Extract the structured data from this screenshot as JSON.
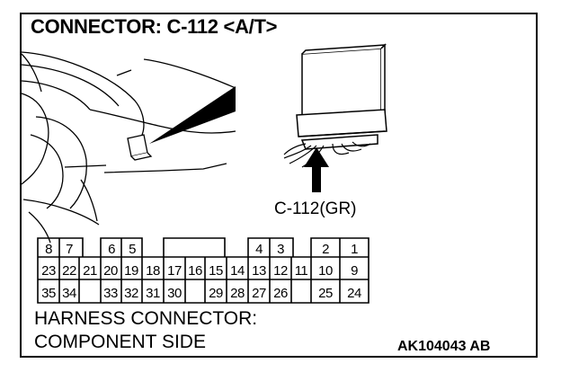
{
  "title": "CONNECTOR: C-112 <A/T>",
  "connector_callout": "C-112(GR)",
  "footer": {
    "line1": "HARNESS CONNECTOR:",
    "line2": "COMPONENT SIDE"
  },
  "figure_code": "AK104043 AB",
  "pins": {
    "row1": [
      "8",
      "7",
      "6",
      "5",
      "4",
      "3",
      "2",
      "1"
    ],
    "row2": [
      "23",
      "22",
      "21",
      "20",
      "19",
      "18",
      "17",
      "16",
      "15",
      "14",
      "13",
      "12",
      "11",
      "10",
      "9"
    ],
    "row3": [
      "35",
      "34",
      "33",
      "32",
      "31",
      "30",
      "29",
      "28",
      "27",
      "26",
      "25",
      "24"
    ]
  }
}
